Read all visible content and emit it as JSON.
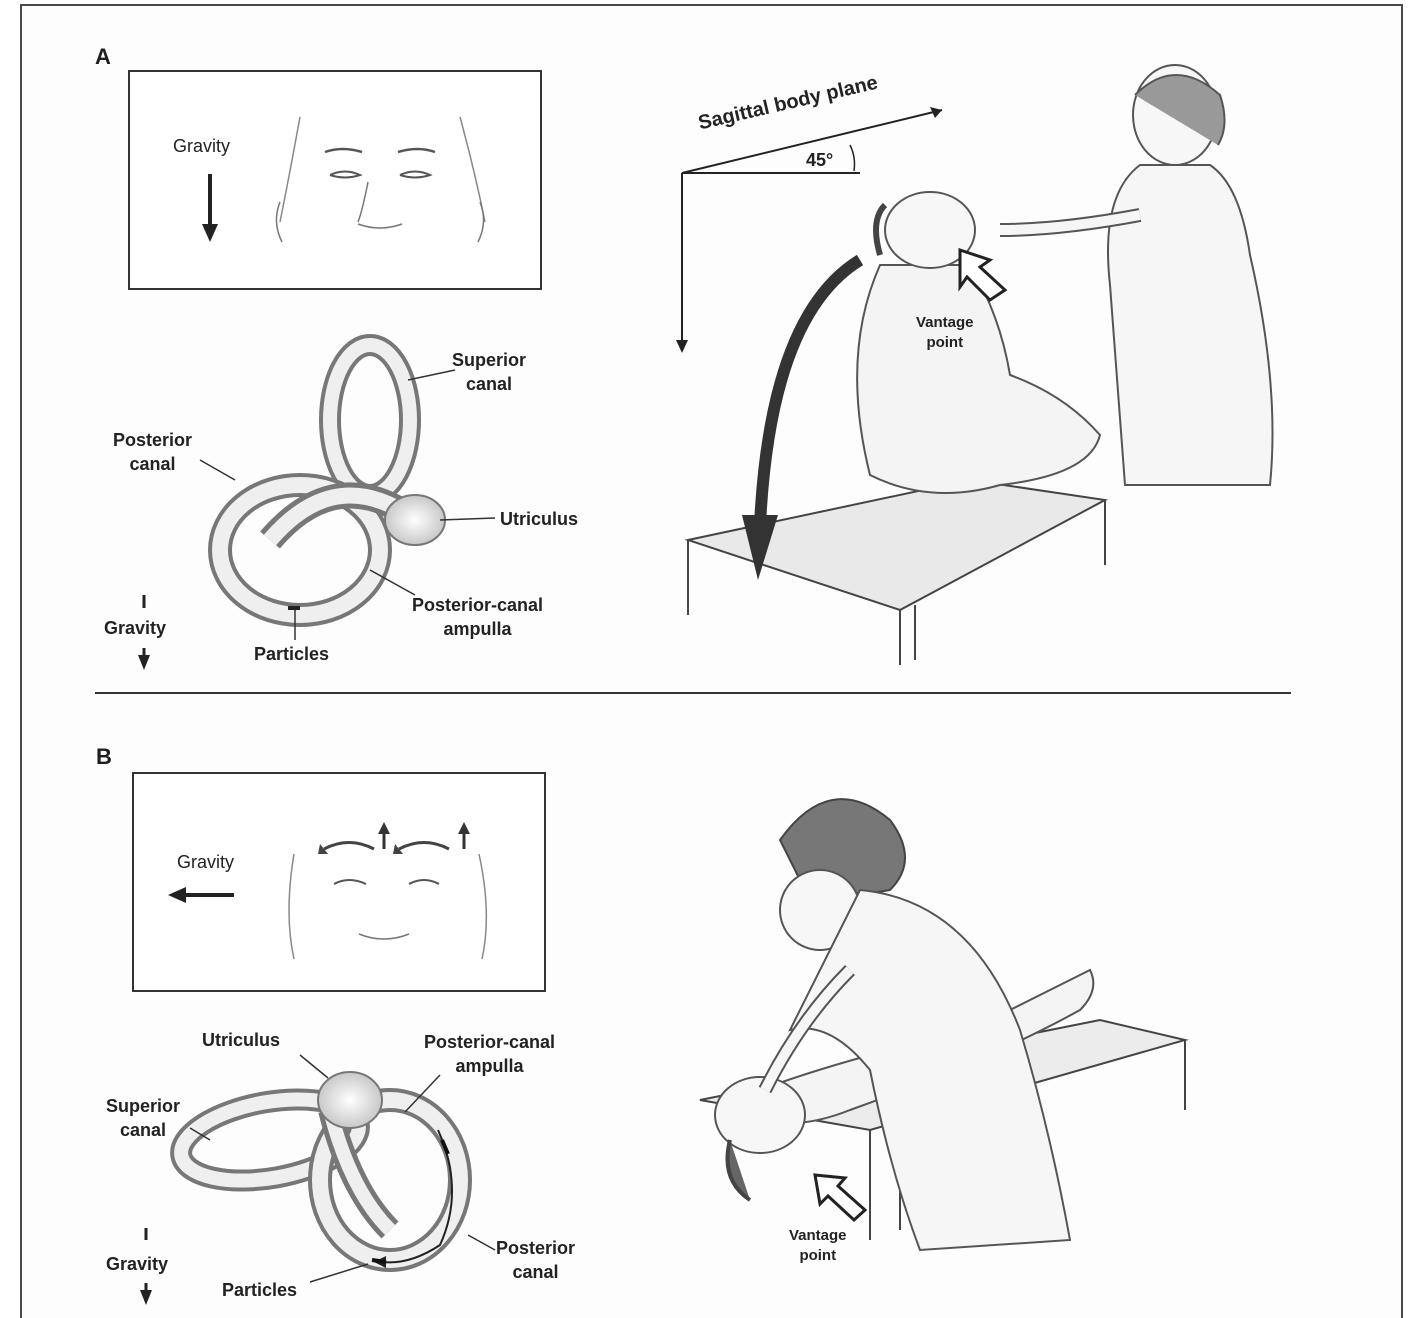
{
  "panel_a": {
    "letter": "A",
    "face_gravity": "Gravity",
    "labels": {
      "superior_canal": "Superior\ncanal",
      "posterior_canal": "Posterior\ncanal",
      "utriculus": "Utriculus",
      "ampulla": "Posterior-canal\nampulla",
      "particles": "Particles",
      "gravity": "Gravity"
    },
    "sagittal_plane": "Sagittal body plane",
    "angle": "45°",
    "vantage": "Vantage\npoint"
  },
  "panel_b": {
    "letter": "B",
    "face_gravity": "Gravity",
    "labels": {
      "utriculus": "Utriculus",
      "ampulla": "Posterior-canal\nampulla",
      "superior_canal": "Superior\ncanal",
      "posterior_canal": "Posterior\ncanal",
      "particles": "Particles",
      "gravity": "Gravity"
    },
    "vantage": "Vantage\npoint"
  }
}
